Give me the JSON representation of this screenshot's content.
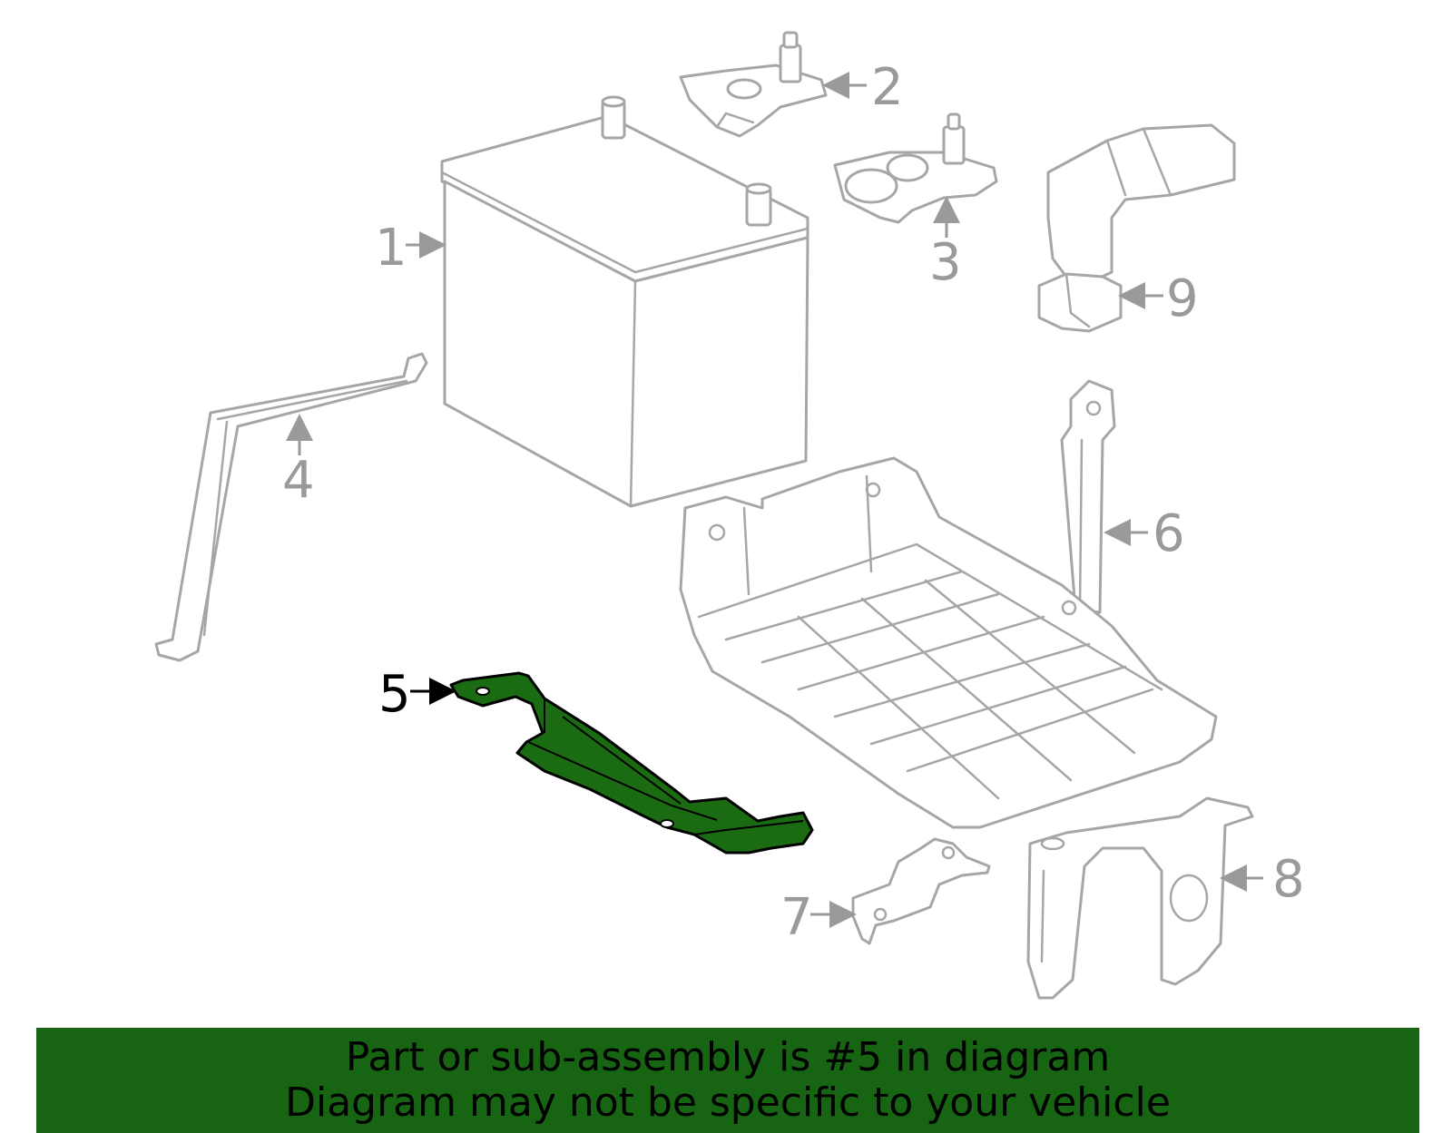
{
  "callouts": {
    "c1": "1",
    "c2": "2",
    "c3": "3",
    "c4": "4",
    "c5": "5",
    "c6": "6",
    "c7": "7",
    "c8": "8",
    "c9": "9"
  },
  "highlight_color": "#1a6b12",
  "banner": {
    "line1": "Part or sub-assembly is #5 in diagram",
    "line2": "Diagram may not be specific to your vehicle",
    "color": "#176513"
  }
}
